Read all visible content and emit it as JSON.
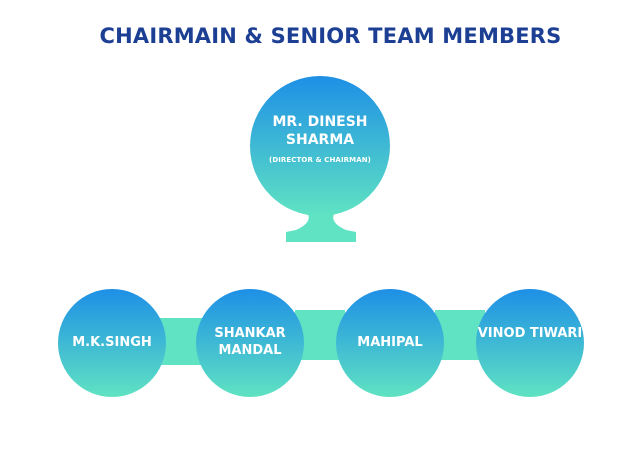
{
  "title": "CHAIRMAIN & SENIOR TEAM MEMBERS",
  "chairman": {
    "name": "MR. DINESH SHARMA",
    "role": "(DIRECTOR & CHAIRMAN)"
  },
  "members": [
    {
      "name": "M.K.SINGH"
    },
    {
      "name": "SHANKAR MANDAL"
    },
    {
      "name": "MAHIPAL"
    },
    {
      "name": "VINOD TIWARI"
    }
  ],
  "colors": {
    "title": "#1c3f94",
    "circle_top": "#1e8fe6",
    "circle_bottom": "#5fe3c2",
    "connector": "#5fe3c2"
  }
}
